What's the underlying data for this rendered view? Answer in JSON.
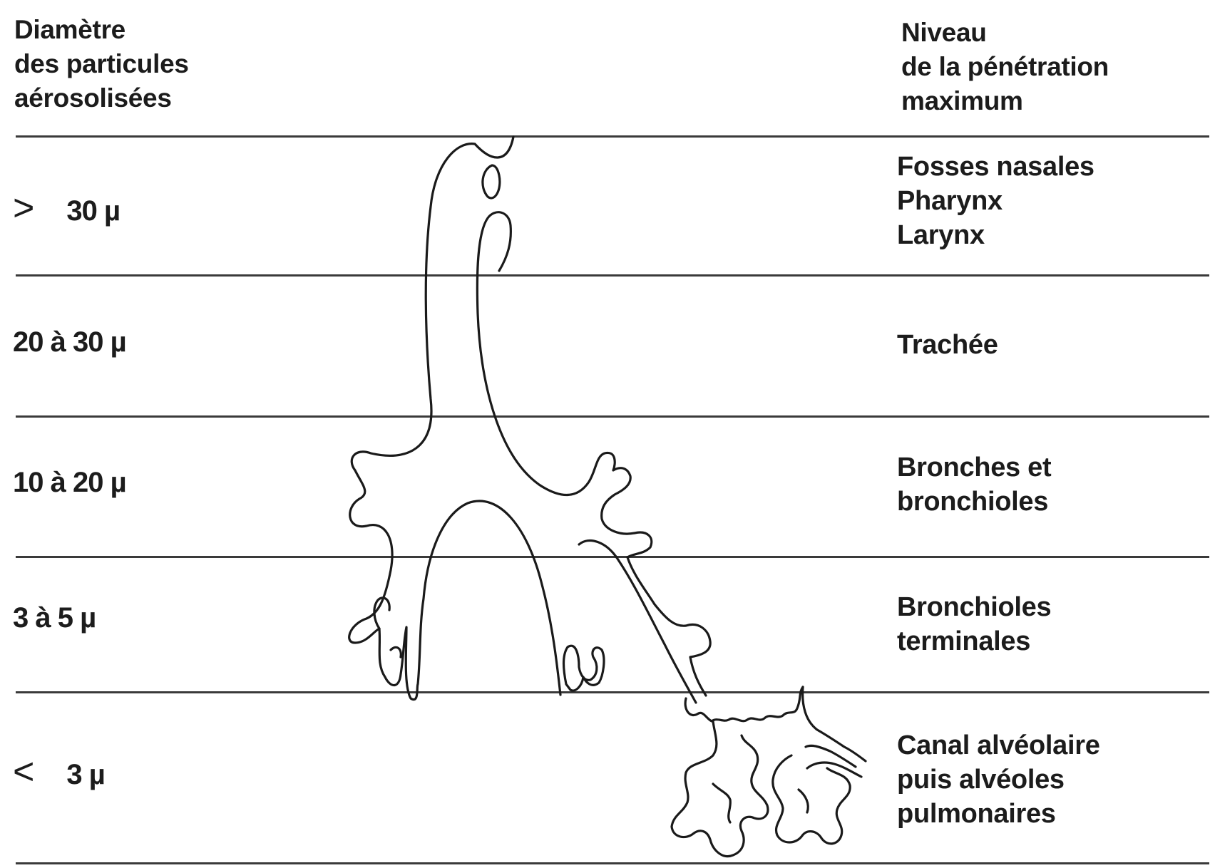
{
  "header": {
    "left_lines": [
      "Diamètre",
      "des particules",
      "aérosolisées"
    ],
    "right_lines": [
      "Niveau",
      "de la pénétration",
      "maximum"
    ]
  },
  "rows": [
    {
      "sign": ">",
      "size": "30 µ",
      "level_lines": [
        "Fosses nasales",
        "Pharynx",
        "Larynx"
      ]
    },
    {
      "sign": "",
      "size": "20 à 30 µ",
      "level_lines": [
        "Trachée"
      ]
    },
    {
      "sign": "",
      "size": "10 à 20 µ",
      "level_lines": [
        "Bronches et",
        "bronchioles"
      ]
    },
    {
      "sign": "",
      "size": "3 à  5 µ",
      "level_lines": [
        "Bronchioles",
        "terminales"
      ]
    },
    {
      "sign": "<",
      "size": "3 µ",
      "level_lines": [
        "Canal alvéolaire",
        "puis alvéoles",
        "pulmonaires"
      ]
    }
  ]
}
